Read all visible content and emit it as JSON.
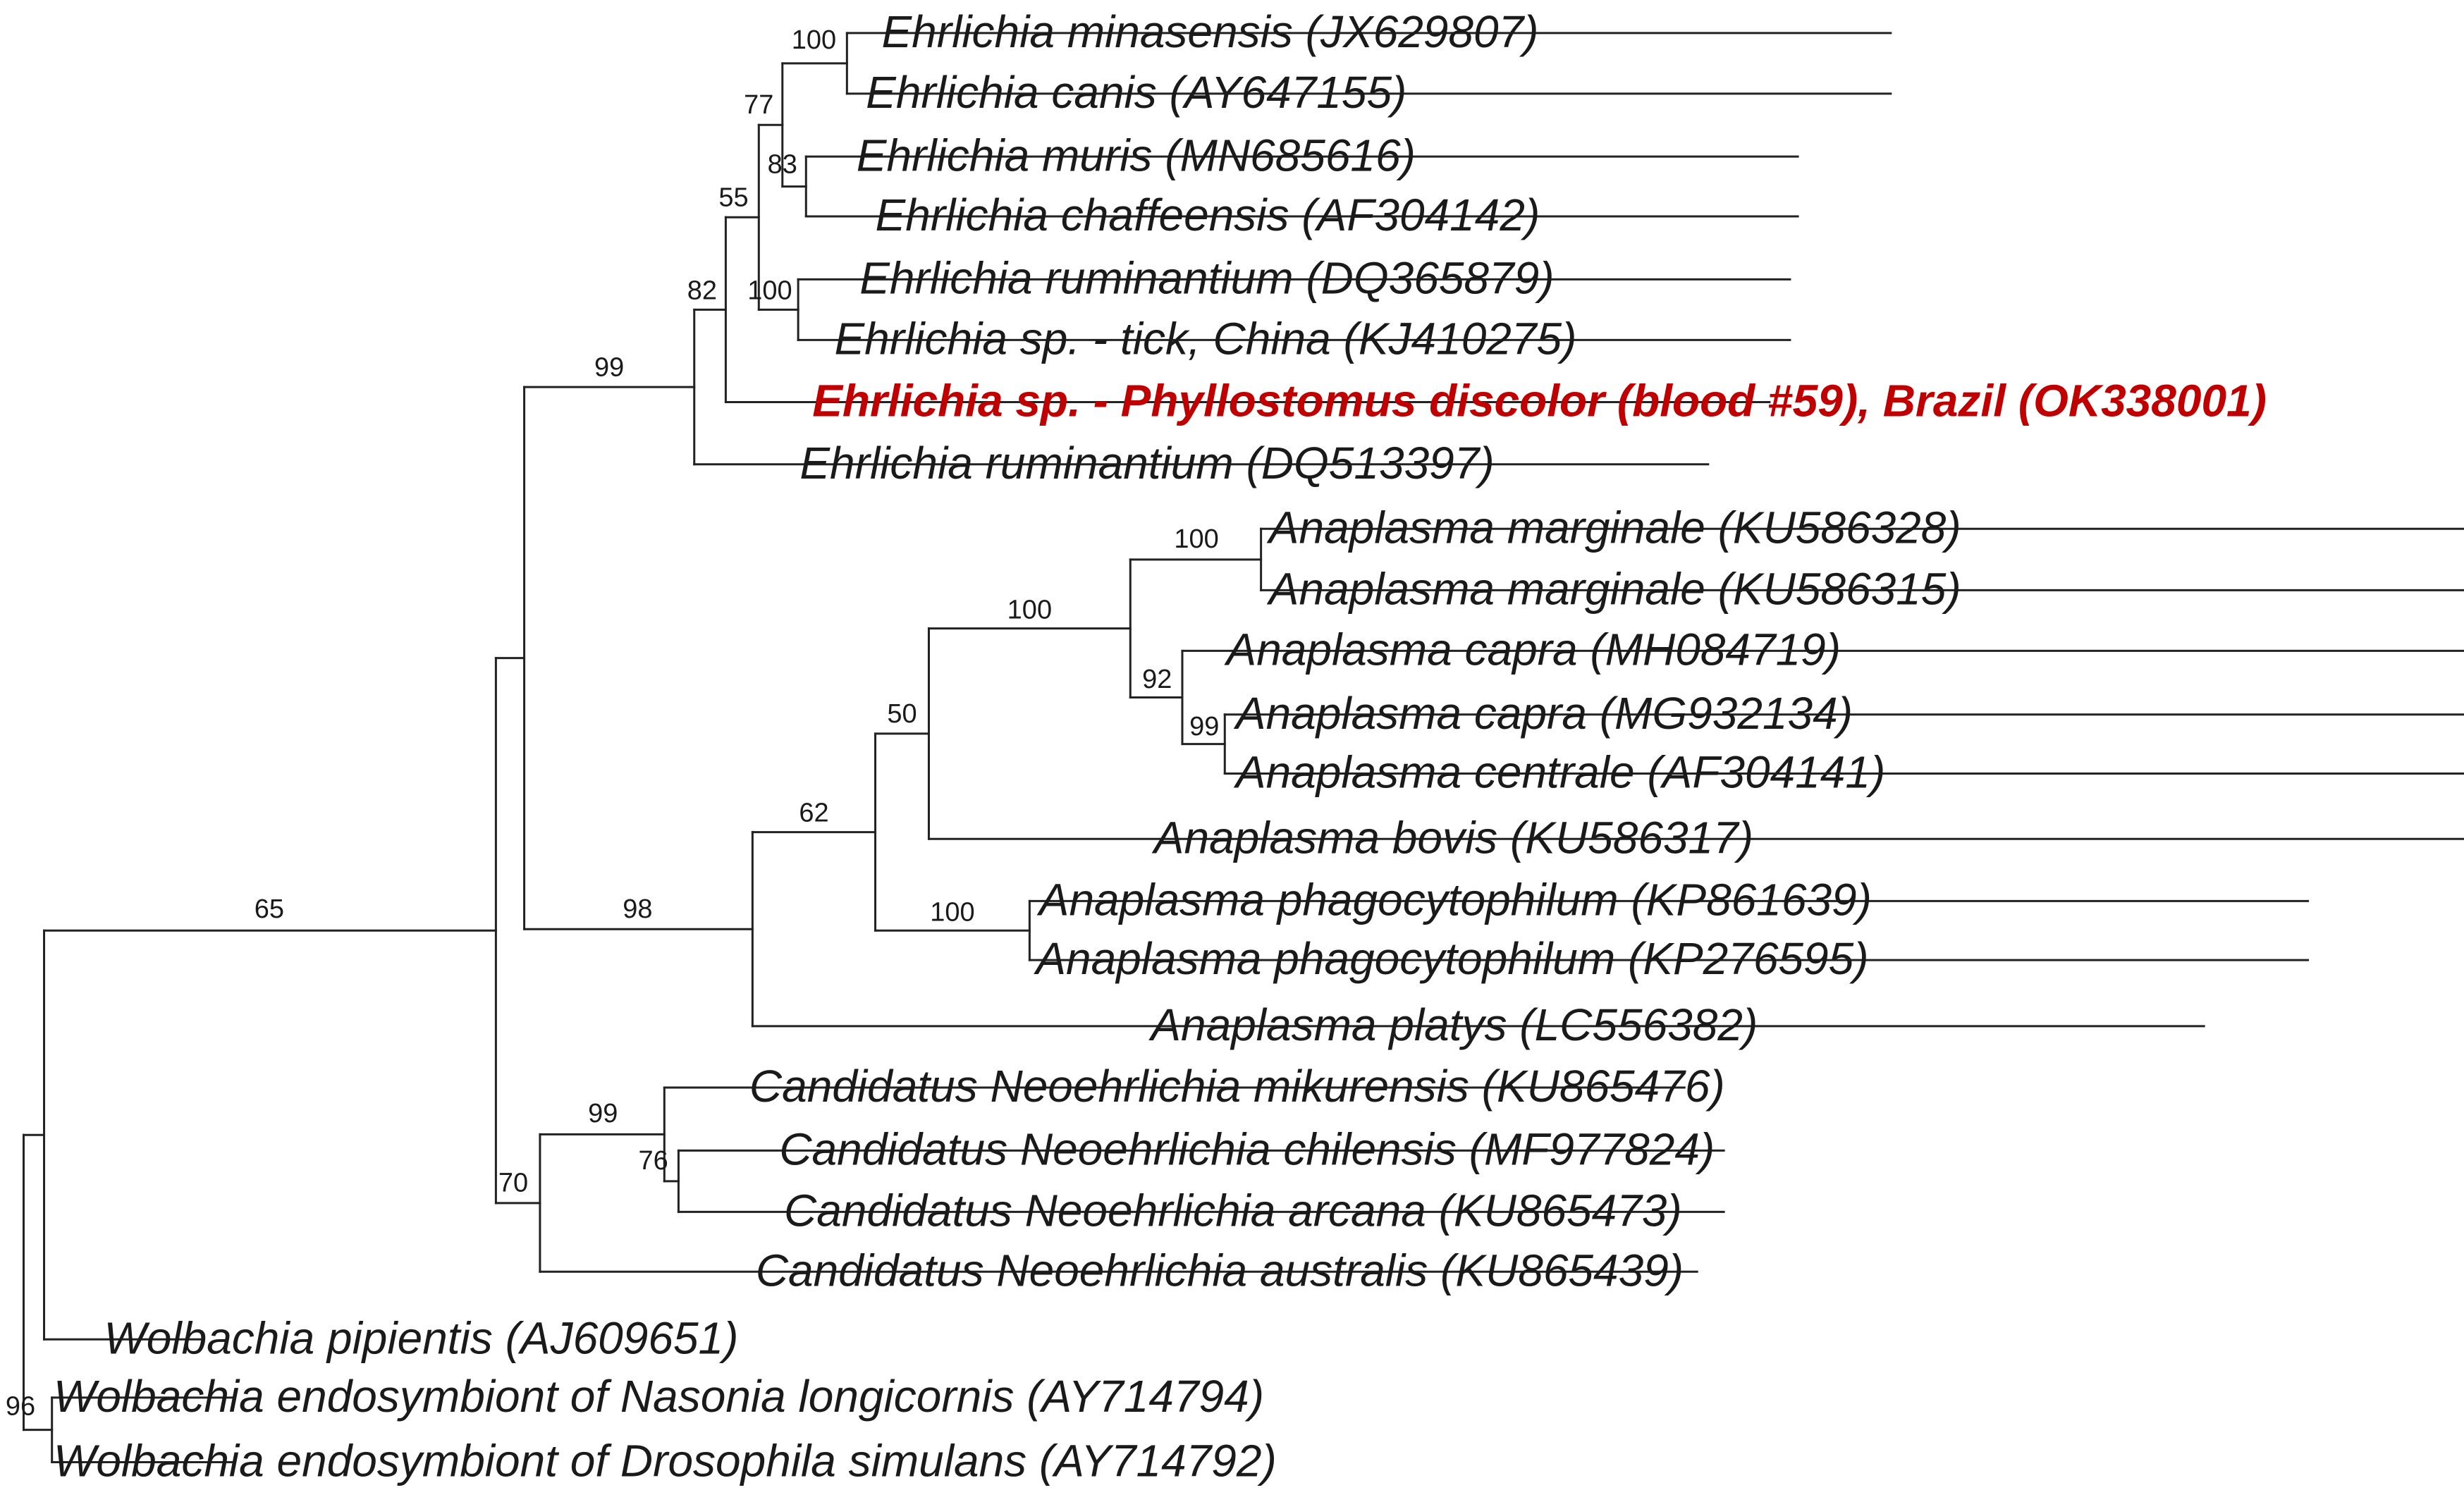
{
  "highlight_color": "#c00000",
  "taxa": [
    {
      "id": "t1",
      "label": "Ehrlichia minasensis (JX629807)"
    },
    {
      "id": "t2",
      "label": "Ehrlichia canis (AY647155)"
    },
    {
      "id": "t3",
      "label": "Ehrlichia muris (MN685616)"
    },
    {
      "id": "t4",
      "label": "Ehrlichia chaffeensis (AF304142)"
    },
    {
      "id": "t5",
      "label": "Ehrlichia ruminantium (DQ365879)"
    },
    {
      "id": "t6",
      "label": "Ehrlichia sp. - tick, China (KJ410275)"
    },
    {
      "id": "t7",
      "label": "Ehrlichia sp. - Phyllostomus discolor (blood #59), Brazil (OK338001)",
      "highlight": true
    },
    {
      "id": "t8",
      "label": "Ehrlichia ruminantium (DQ513397)"
    },
    {
      "id": "t9",
      "label": "Anaplasma marginale (KU586328)"
    },
    {
      "id": "t10",
      "label": "Anaplasma marginale (KU586315)"
    },
    {
      "id": "t11",
      "label": "Anaplasma capra (MH084719)"
    },
    {
      "id": "t12",
      "label": "Anaplasma capra (MG932134)"
    },
    {
      "id": "t13",
      "label": "Anaplasma centrale (AF304141)"
    },
    {
      "id": "t14",
      "label": "Anaplasma bovis (KU586317)"
    },
    {
      "id": "t15",
      "label": "Anaplasma phagocytophilum (KP861639)"
    },
    {
      "id": "t16",
      "label": "Anaplasma phagocytophilum (KP276595)"
    },
    {
      "id": "t17",
      "label": "Anaplasma platys (LC556382)"
    },
    {
      "id": "t18",
      "label": "Candidatus Neoehrlichia mikurensis (KU865476)"
    },
    {
      "id": "t19",
      "label": "Candidatus Neoehrlichia chilensis (MF977824)"
    },
    {
      "id": "t20",
      "label": "Candidatus Neoehrlichia arcana (KU865473)"
    },
    {
      "id": "t21",
      "label": "Candidatus Neoehrlichia australis (KU865439)"
    },
    {
      "id": "t22",
      "label": "Wolbachia pipientis (AJ609651)"
    },
    {
      "id": "t23",
      "label": "Wolbachia endosymbiont of Nasonia longicornis (AY714794)"
    },
    {
      "id": "t24",
      "label": "Wolbachia endosymbiont of Drosophila simulans (AY714792)"
    }
  ],
  "support_values": [
    {
      "node": "n_min_can",
      "value": "100"
    },
    {
      "node": "n_mur_chaf",
      "value": "83"
    },
    {
      "node": "n_canis_muris",
      "value": "77"
    },
    {
      "node": "n_rum_tick",
      "value": "100"
    },
    {
      "node": "n_ehr_core",
      "value": "55"
    },
    {
      "node": "n_ehr_bat",
      "value": "82"
    },
    {
      "node": "n_ehrlichia",
      "value": "99"
    },
    {
      "node": "n_marg",
      "value": "100"
    },
    {
      "node": "n_cap_cent",
      "value": "99"
    },
    {
      "node": "n_capra",
      "value": "92"
    },
    {
      "node": "n_marg_capra",
      "value": "100"
    },
    {
      "node": "n_bovis",
      "value": "50"
    },
    {
      "node": "n_phago",
      "value": "100"
    },
    {
      "node": "n_ana_core",
      "value": "62"
    },
    {
      "node": "n_anaplasma",
      "value": "98"
    },
    {
      "node": "n_chil_arc",
      "value": "76"
    },
    {
      "node": "n_mik",
      "value": "99"
    },
    {
      "node": "n_neoehr",
      "value": "70"
    },
    {
      "node": "n_ingroup",
      "value": "65"
    },
    {
      "node": "n_wol_pair",
      "value": "96"
    }
  ]
}
